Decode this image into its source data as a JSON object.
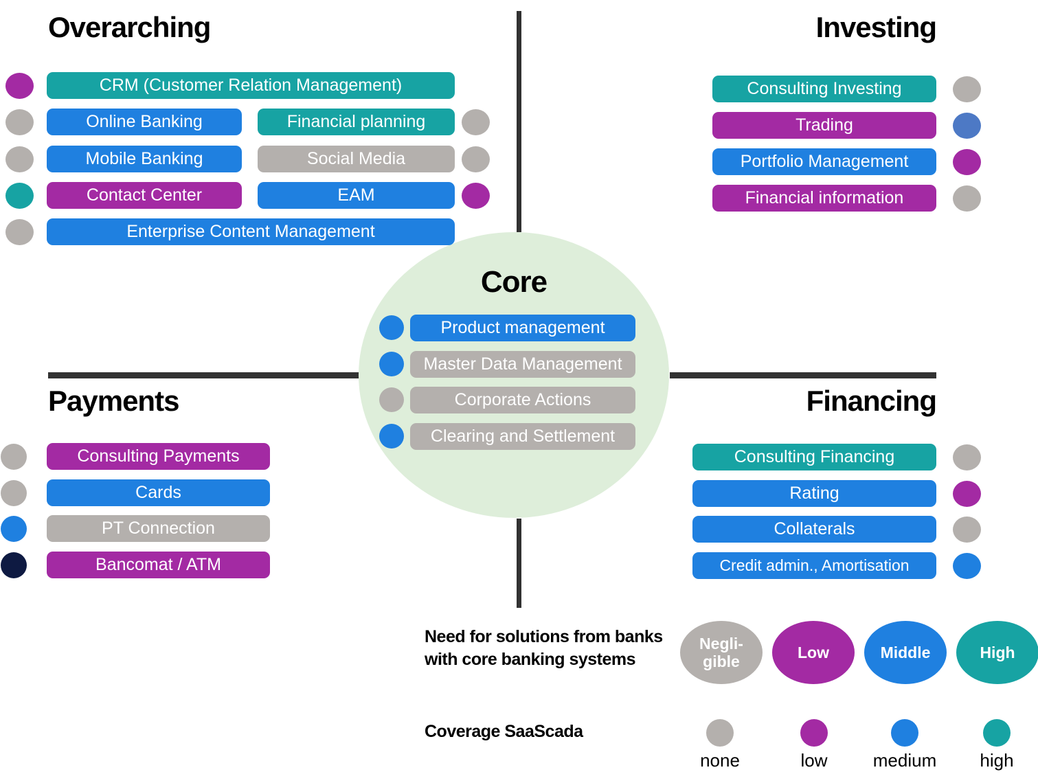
{
  "palette": {
    "teal": "#17a3a3",
    "blue": "#1f80e0",
    "magenta": "#a32aa3",
    "gray": "#b4b0ad",
    "muted_blue": "#4d79c5",
    "dark_navy": "#0e1a42",
    "core_circle_green": "#deeeda",
    "divider_dark": "#323232"
  },
  "overarching": {
    "title": "Overarching",
    "items": [
      {
        "label": "CRM (Customer Relation Management)",
        "bar": "#17a3a3",
        "dot": "#a32aa3"
      },
      {
        "label": "Online Banking",
        "bar": "#1f80e0",
        "dot": "#b4b0ad"
      },
      {
        "label": "Financial planning",
        "bar": "#17a3a3",
        "dot": "#b4b0ad"
      },
      {
        "label": "Mobile Banking",
        "bar": "#1f80e0",
        "dot": "#b4b0ad"
      },
      {
        "label": "Social Media",
        "bar": "#b4b0ad",
        "dot": "#b4b0ad"
      },
      {
        "label": "Contact Center",
        "bar": "#a32aa3",
        "dot": "#17a3a3"
      },
      {
        "label": "EAM",
        "bar": "#1f80e0",
        "dot": "#a32aa3"
      },
      {
        "label": "Enterprise Content Management",
        "bar": "#1f80e0",
        "dot": "#b4b0ad"
      }
    ]
  },
  "investing": {
    "title": "Investing",
    "items": [
      {
        "label": "Consulting Investing",
        "bar": "#17a3a3",
        "dot": "#b4b0ad"
      },
      {
        "label": "Trading",
        "bar": "#a32aa3",
        "dot": "#4d79c5"
      },
      {
        "label": "Portfolio Management",
        "bar": "#1f80e0",
        "dot": "#a32aa3"
      },
      {
        "label": "Financial information",
        "bar": "#a32aa3",
        "dot": "#b4b0ad"
      }
    ]
  },
  "payments": {
    "title": "Payments",
    "items": [
      {
        "label": "Consulting Payments",
        "bar": "#a32aa3",
        "dot": "#b4b0ad"
      },
      {
        "label": "Cards",
        "bar": "#1f80e0",
        "dot": "#b4b0ad"
      },
      {
        "label": "PT Connection",
        "bar": "#b4b0ad",
        "dot": "#1f80e0"
      },
      {
        "label": "Bancomat / ATM",
        "bar": "#a32aa3",
        "dot": "#0e1a42"
      }
    ]
  },
  "financing": {
    "title": "Financing",
    "items": [
      {
        "label": "Consulting Financing",
        "bar": "#17a3a3",
        "dot": "#b4b0ad"
      },
      {
        "label": "Rating",
        "bar": "#1f80e0",
        "dot": "#a32aa3"
      },
      {
        "label": "Collaterals",
        "bar": "#1f80e0",
        "dot": "#b4b0ad"
      },
      {
        "label": "Credit admin., Amortisation",
        "bar": "#1f80e0",
        "dot": "#1f80e0"
      }
    ]
  },
  "core": {
    "title": "Core",
    "circle_color": "#deeeda",
    "items": [
      {
        "label": "Product management",
        "bar": "#1f80e0",
        "dot": "#1f80e0"
      },
      {
        "label": "Master Data Management",
        "bar": "#b4b0ad",
        "dot": "#1f80e0"
      },
      {
        "label": "Corporate Actions",
        "bar": "#b4b0ad",
        "dot": "#b4b0ad"
      },
      {
        "label": "Clearing and Settlement",
        "bar": "#b4b0ad",
        "dot": "#1f80e0"
      }
    ]
  },
  "legend": {
    "need": {
      "label": "Need for solutions from banks\nwith core banking systems",
      "levels": [
        {
          "label": "Negli-\ngible",
          "color": "#b4b0ad"
        },
        {
          "label": "Low",
          "color": "#a32aa3"
        },
        {
          "label": "Middle",
          "color": "#1f80e0"
        },
        {
          "label": "High",
          "color": "#17a3a3"
        }
      ]
    },
    "coverage": {
      "label": "Coverage SaaScada",
      "levels": [
        {
          "label": "none",
          "color": "#b4b0ad"
        },
        {
          "label": "low",
          "color": "#a32aa3"
        },
        {
          "label": "medium",
          "color": "#1f80e0"
        },
        {
          "label": "high",
          "color": "#17a3a3"
        }
      ]
    }
  }
}
